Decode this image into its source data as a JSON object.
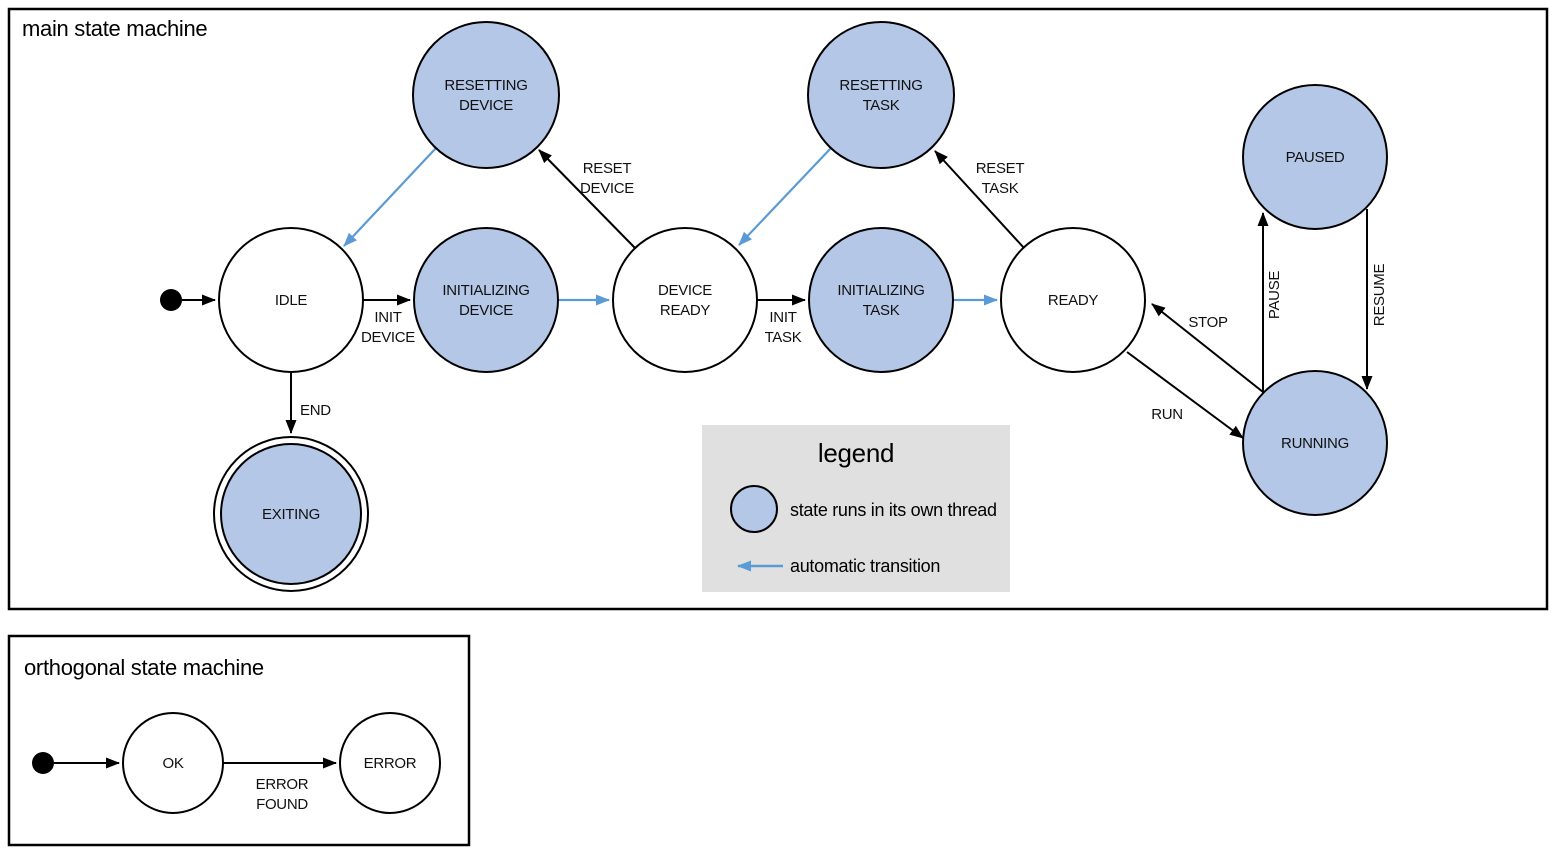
{
  "colors": {
    "threaded_state_fill": "#b4c7e7",
    "normal_state_fill": "#ffffff",
    "auto_transition_blue": "#5b9bd5",
    "legend_bg": "#e0e0e0",
    "outline": "#000000"
  },
  "main": {
    "title": "main state machine",
    "states": {
      "idle": {
        "label": "IDLE",
        "threaded": false
      },
      "resetting_device": {
        "line1": "RESETTING",
        "line2": "DEVICE",
        "threaded": true
      },
      "initializing_device": {
        "line1": "INITIALIZING",
        "line2": "DEVICE",
        "threaded": true
      },
      "device_ready": {
        "line1": "DEVICE",
        "line2": "READY",
        "threaded": false
      },
      "resetting_task": {
        "line1": "RESETTING",
        "line2": "TASK",
        "threaded": true
      },
      "initializing_task": {
        "line1": "INITIALIZING",
        "line2": "TASK",
        "threaded": true
      },
      "ready": {
        "label": "READY",
        "threaded": false
      },
      "paused": {
        "label": "PAUSED",
        "threaded": true
      },
      "running": {
        "label": "RUNNING",
        "threaded": true
      },
      "exiting": {
        "label": "EXITING",
        "threaded": true,
        "final_state": true
      }
    },
    "transitions": {
      "start_to_idle": {
        "from": "initial",
        "to": "IDLE",
        "automatic": false
      },
      "init_device": {
        "line1": "INIT",
        "line2": "DEVICE",
        "from": "IDLE",
        "to": "INITIALIZING DEVICE",
        "automatic": false
      },
      "auto_resetting_device_to_idle": {
        "from": "RESETTING DEVICE",
        "to": "IDLE",
        "automatic": true
      },
      "reset_device": {
        "line1": "RESET",
        "line2": "DEVICE",
        "from": "DEVICE READY",
        "to": "RESETTING DEVICE",
        "automatic": false
      },
      "auto_initializing_device_to_device_ready": {
        "from": "INITIALIZING DEVICE",
        "to": "DEVICE READY",
        "automatic": true
      },
      "init_task": {
        "line1": "INIT",
        "line2": "TASK",
        "from": "DEVICE READY",
        "to": "INITIALIZING TASK",
        "automatic": false
      },
      "auto_resetting_task_to_device_ready": {
        "from": "RESETTING TASK",
        "to": "DEVICE READY",
        "automatic": true
      },
      "reset_task": {
        "line1": "RESET",
        "line2": "TASK",
        "from": "READY",
        "to": "RESETTING TASK",
        "automatic": false
      },
      "auto_initializing_task_to_ready": {
        "from": "INITIALIZING TASK",
        "to": "READY",
        "automatic": true
      },
      "run": {
        "label": "RUN",
        "from": "READY",
        "to": "RUNNING",
        "automatic": false
      },
      "stop": {
        "label": "STOP",
        "from": "RUNNING",
        "to": "READY",
        "automatic": false
      },
      "pause": {
        "label": "PAUSE",
        "from": "RUNNING",
        "to": "PAUSED",
        "automatic": false
      },
      "resume": {
        "label": "RESUME",
        "from": "PAUSED",
        "to": "RUNNING",
        "automatic": false
      },
      "end": {
        "label": "END",
        "from": "IDLE",
        "to": "EXITING",
        "automatic": false
      }
    }
  },
  "legend": {
    "title": "legend",
    "threaded_label": "state runs in its own thread",
    "auto_label": "automatic transition"
  },
  "orthogonal": {
    "title": "orthogonal state machine",
    "states": {
      "ok": {
        "label": "OK",
        "threaded": false
      },
      "error": {
        "label": "ERROR",
        "threaded": false
      }
    },
    "transitions": {
      "start_to_ok": {
        "from": "initial",
        "to": "OK",
        "automatic": false
      },
      "error_found": {
        "line1": "ERROR",
        "line2": "FOUND",
        "from": "OK",
        "to": "ERROR",
        "automatic": false
      }
    }
  }
}
